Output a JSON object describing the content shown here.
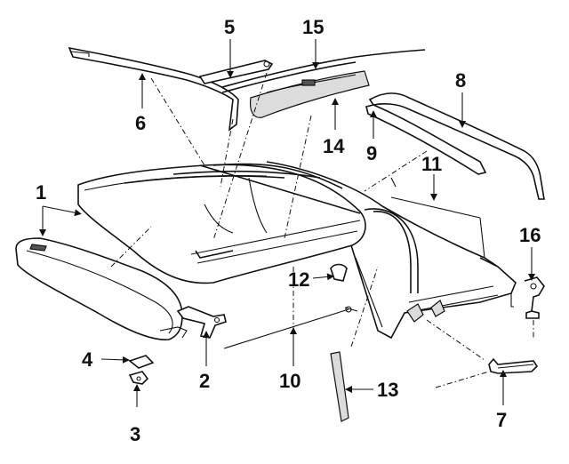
{
  "callouts": [
    {
      "id": "1",
      "label": "1"
    },
    {
      "id": "2",
      "label": "2"
    },
    {
      "id": "3",
      "label": "3"
    },
    {
      "id": "4",
      "label": "4"
    },
    {
      "id": "5",
      "label": "5"
    },
    {
      "id": "6",
      "label": "6"
    },
    {
      "id": "7",
      "label": "7"
    },
    {
      "id": "8",
      "label": "8"
    },
    {
      "id": "9",
      "label": "9"
    },
    {
      "id": "10",
      "label": "10"
    },
    {
      "id": "11",
      "label": "11"
    },
    {
      "id": "12",
      "label": "12"
    },
    {
      "id": "13",
      "label": "13"
    },
    {
      "id": "14",
      "label": "14"
    },
    {
      "id": "15",
      "label": "15"
    },
    {
      "id": "16",
      "label": "16"
    }
  ],
  "colors": {
    "line": "#111111",
    "background": "#ffffff"
  }
}
